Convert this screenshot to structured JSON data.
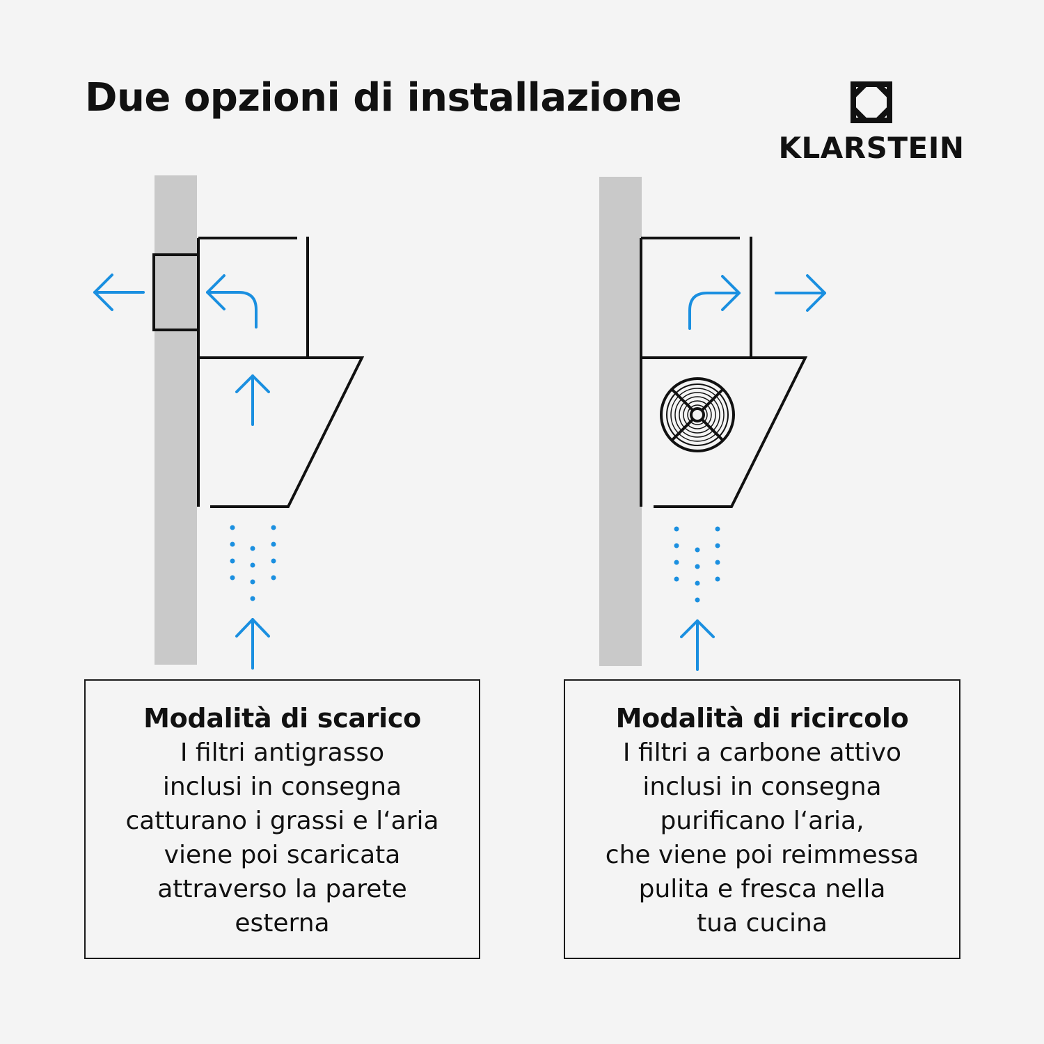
{
  "title": "Due opzioni di installazione",
  "brand": {
    "name": "KLARSTEIN",
    "logo_icon": "klarstein-logo-icon"
  },
  "colors": {
    "background": "#f4f4f4",
    "wall": "#c9c9c9",
    "line": "#111111",
    "arrow": "#1a8fe0"
  },
  "modes": [
    {
      "title": "Modalità di scarico",
      "lines": [
        "I filtri antigrasso",
        "inclusi in consegna",
        "catturano i grassi e l‘aria",
        "viene poi scaricata",
        "attraverso la parete",
        "esterna"
      ]
    },
    {
      "title": "Modalità di ricircolo",
      "lines": [
        "I filtri a carbone attivo",
        "inclusi in consegna",
        "purificano l‘aria,",
        "che viene poi reimmessa",
        "pulita e fresca nella",
        "tua cucina"
      ]
    }
  ]
}
